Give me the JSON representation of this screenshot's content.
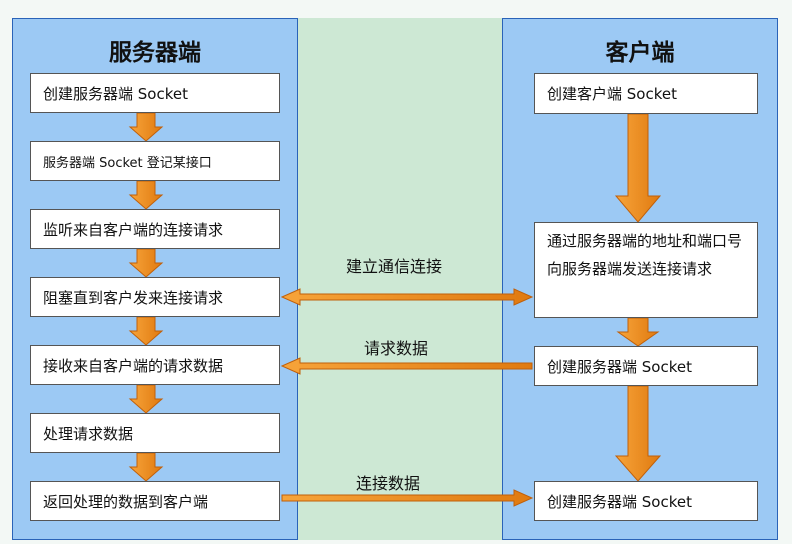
{
  "server": {
    "title": "服务器端",
    "steps": [
      "创建服务器端 Socket",
      "服务器端 Socket 登记某接口",
      "监听来自客户端的连接请求",
      "阻塞直到客户发来连接请求",
      "接收来自客户端的请求数据",
      "处理请求数据",
      "返回处理的数据到客户端"
    ]
  },
  "client": {
    "title": "客户端",
    "steps": [
      "创建客户端 Socket",
      "通过服务器端的地址和端口号向服务器端发送连接请求",
      "创建服务器端 Socket",
      "创建服务器端 Socket"
    ]
  },
  "connections": {
    "establish": "建立通信连接",
    "request_data": "请求数据",
    "connect_data": "连接数据"
  },
  "colors": {
    "panel": "#9cc9f4",
    "panel_border": "#2a63b8",
    "middle": "#cde8d4",
    "arrow": "#f5901e",
    "arrow_edge": "#c0600a"
  }
}
